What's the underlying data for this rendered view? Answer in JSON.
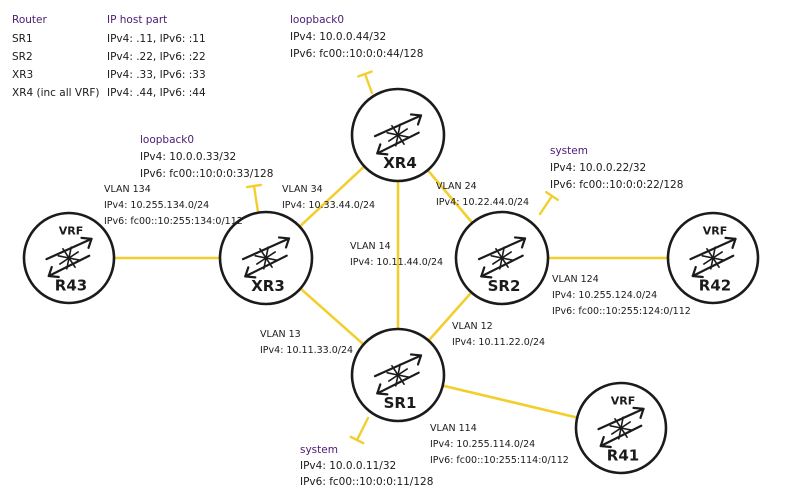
{
  "colors": {
    "link": "#f2cf2e",
    "router_stroke": "#1b1b1b",
    "heading": "#4b1a73"
  },
  "legend": {
    "header_router": "Router",
    "header_host": "IP host part",
    "rows": [
      {
        "router": "SR1",
        "host": "IPv4: .11, IPv6: :11"
      },
      {
        "router": "SR2",
        "host": "IPv4: .22, IPv6: :22"
      },
      {
        "router": "XR3",
        "host": "IPv4: .33, IPv6: :33"
      },
      {
        "router": "XR4 (inc all VRF)",
        "host": "IPv4: .44, IPv6: :44"
      }
    ]
  },
  "routers": [
    {
      "id": "XR4",
      "label": "XR4",
      "vrf": ""
    },
    {
      "id": "XR3",
      "label": "XR3",
      "vrf": ""
    },
    {
      "id": "SR2",
      "label": "SR2",
      "vrf": ""
    },
    {
      "id": "SR1",
      "label": "SR1",
      "vrf": ""
    },
    {
      "id": "R43",
      "label": "R43",
      "vrf": "VRF"
    },
    {
      "id": "R42",
      "label": "R42",
      "vrf": "VRF"
    },
    {
      "id": "R41",
      "label": "R41",
      "vrf": "VRF"
    }
  ],
  "loopbacks": {
    "xr4": {
      "title": "loopback0",
      "ipv4": "IPv4: 10.0.0.44/32",
      "ipv6": "IPv6: fc00::10:0:0:44/128"
    },
    "xr3": {
      "title": "loopback0",
      "ipv4": "IPv4: 10.0.0.33/32",
      "ipv6": "IPv6: fc00::10:0:0:33/128"
    },
    "sr2": {
      "title": "system",
      "ipv4": "IPv4: 10.0.0.22/32",
      "ipv6": "IPv6: fc00::10:0:0:22/128"
    },
    "sr1": {
      "title": "system",
      "ipv4": "IPv4: 10.0.0.11/32",
      "ipv6": "IPv6: fc00::10:0:0:11/128"
    }
  },
  "links": {
    "vlan134": {
      "vlan": "VLAN 134",
      "ipv4": "IPv4: 10.255.134.0/24",
      "ipv6": "IPv6: fc00::10:255:134:0/112"
    },
    "vlan34": {
      "vlan": "VLAN 34",
      "ipv4": "IPv4: 10.33.44.0/24"
    },
    "vlan24": {
      "vlan": "VLAN 24",
      "ipv4": "IPv4: 10.22.44.0/24"
    },
    "vlan14": {
      "vlan": "VLAN 14",
      "ipv4": "IPv4: 10.11.44.0/24"
    },
    "vlan124": {
      "vlan": "VLAN 124",
      "ipv4": "IPv4: 10.255.124.0/24",
      "ipv6": "IPv6: fc00::10:255:124:0/112"
    },
    "vlan13": {
      "vlan": "VLAN 13",
      "ipv4": "IPv4: 10.11.33.0/24"
    },
    "vlan12": {
      "vlan": "VLAN 12",
      "ipv4": "IPv4: 10.11.22.0/24"
    },
    "vlan114": {
      "vlan": "VLAN 114",
      "ipv4": "IPv4: 10.255.114.0/24",
      "ipv6": "IPv6: fc00::10:255:114:0/112"
    }
  }
}
